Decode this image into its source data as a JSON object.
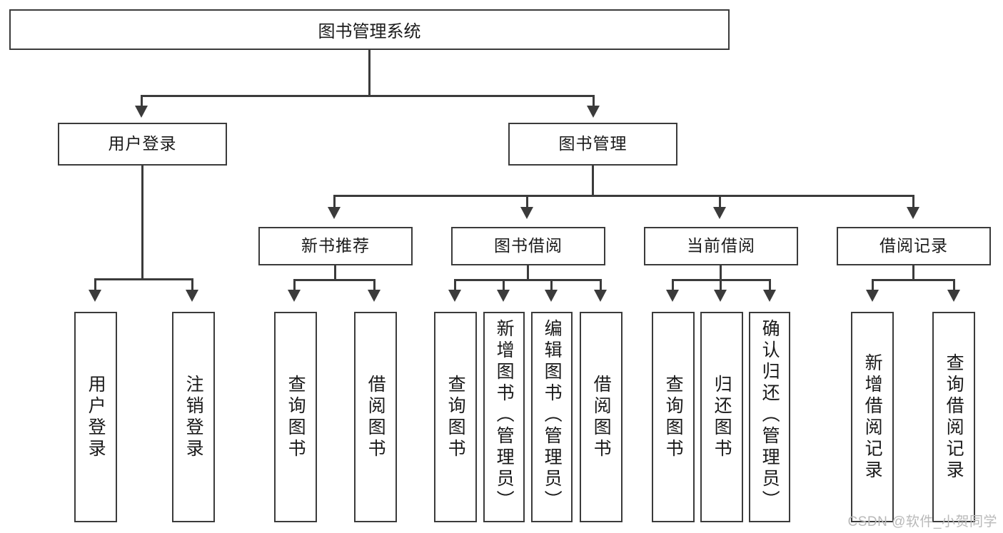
{
  "diagram": {
    "title": "图书管理系统",
    "watermark": "CSDN @软件_小贺同学",
    "accent_color": "#3b3b3b",
    "background_color": "#ffffff",
    "level1": [
      {
        "label": "用户登录"
      },
      {
        "label": "图书管理"
      }
    ],
    "level2": [
      {
        "label": "新书推荐"
      },
      {
        "label": "图书借阅"
      },
      {
        "label": "当前借阅"
      },
      {
        "label": "借阅记录"
      }
    ],
    "leaves": [
      {
        "label": "用户登录"
      },
      {
        "label": "注销登录"
      },
      {
        "label": "查询图书"
      },
      {
        "label": "借阅图书"
      },
      {
        "label": "查询图书"
      },
      {
        "label": "新增图书（管理员）"
      },
      {
        "label": "编辑图书（管理员）"
      },
      {
        "label": "借阅图书"
      },
      {
        "label": "查询图书"
      },
      {
        "label": "归还图书"
      },
      {
        "label": "确认归还（管理员）"
      },
      {
        "label": "新增借阅记录"
      },
      {
        "label": "查询借阅记录"
      }
    ]
  }
}
